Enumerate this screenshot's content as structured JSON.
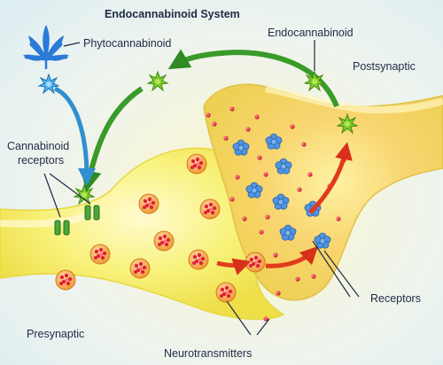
{
  "title": "Endocannabinoid System",
  "labels": {
    "phytocannabinoid": "Phytocannabinoid",
    "endocannabinoid": "Endocannabinoid",
    "postsynaptic": "Postsynaptic",
    "cannabinoid_receptors_line1": "Cannabinoid",
    "cannabinoid_receptors_line2": "receptors",
    "presynaptic": "Presynaptic",
    "neurotransmitters": "Neurotransmitters",
    "receptors": "Receptors"
  },
  "icons": {
    "leaf": "cannabis-leaf-icon",
    "phyto": "spiky-molecule-blue",
    "endo": "spiky-molecule-green",
    "vesicle": "vesicle-with-neurotransmitters",
    "receptor": "blue-flower-receptor"
  },
  "colors": {
    "membrane_yellow": "#f4f06a",
    "membrane_highlight": "#fffcc8",
    "green_arrow": "#3a9a2a",
    "red_arrow": "#e23a1c",
    "blue_arrow": "#2f8fd0",
    "vesicle": "#f4a44a",
    "dot_red": "#e0213a",
    "receptor_blue": "#3f86d6",
    "leaf_blue": "#2b7ad8",
    "text": "#1f2a44"
  }
}
